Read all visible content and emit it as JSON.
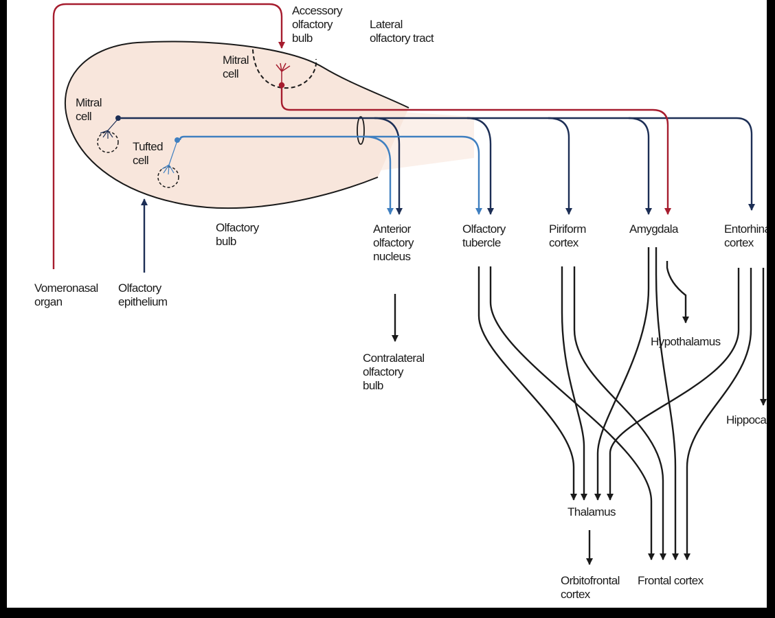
{
  "colors": {
    "background": "#000000",
    "canvas": "#ffffff",
    "bulb_fill": "#f8e6dc",
    "bulb_outline": "#1a1a1a",
    "mitral_pathway": "#1c2e55",
    "tufted_pathway": "#3f7fc0",
    "vomeronasal_pathway": "#a61c2e",
    "text": "#1a1a1a"
  },
  "labels": {
    "accessory_bulb": [
      "Accessory",
      "olfactory",
      "bulb"
    ],
    "lateral_tract": [
      "Lateral",
      "olfactory tract"
    ],
    "mitral_cell_accessory": [
      "Mitral",
      "cell"
    ],
    "mitral_cell_main": [
      "Mitral",
      "cell"
    ],
    "tufted_cell": [
      "Tufted",
      "cell"
    ],
    "olfactory_bulb": [
      "Olfactory",
      "bulb"
    ],
    "vomeronasal_organ": [
      "Vomeronasal",
      "organ"
    ],
    "olfactory_epithelium": [
      "Olfactory",
      "epithelium"
    ],
    "anterior_olfactory_nucleus": [
      "Anterior",
      "olfactory",
      "nucleus"
    ],
    "olfactory_tubercle": [
      "Olfactory",
      "tubercle"
    ],
    "piriform_cortex": [
      "Piriform",
      "cortex"
    ],
    "amygdala": [
      "Amygdala"
    ],
    "entorhinal_cortex": [
      "Entorhinal",
      "cortex"
    ],
    "contralateral_bulb": [
      "Contralateral",
      "olfactory",
      "bulb"
    ],
    "hypothalamus": [
      "Hypothalamus"
    ],
    "hippocampus": [
      "Hippocampus"
    ],
    "thalamus": [
      "Thalamus"
    ],
    "orbitofrontal_cortex": [
      "Orbitofrontal",
      "cortex"
    ],
    "frontal_cortex": [
      "Frontal cortex"
    ]
  }
}
